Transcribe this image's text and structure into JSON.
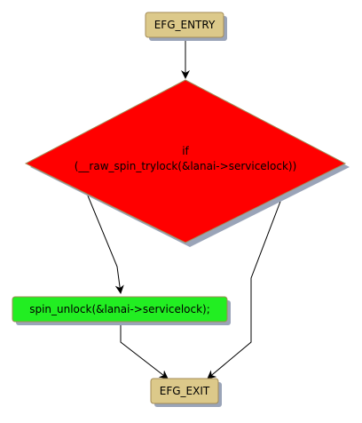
{
  "nodes": {
    "entry": {
      "label": "EFG_ENTRY",
      "fill": "#dcc98a"
    },
    "condition": {
      "line1": "if",
      "line2": "(__raw_spin_trylock(&lanai->servicelock))",
      "fill": "#ff0000"
    },
    "unlock": {
      "label": "spin_unlock(&lanai->servicelock);",
      "fill": "#22ee22"
    },
    "exit": {
      "label": "EFG_EXIT",
      "fill": "#dcc98a"
    }
  },
  "colors": {
    "edge": "#000000",
    "node_border": "#a38b57",
    "shadow": "#9aa4b8"
  }
}
